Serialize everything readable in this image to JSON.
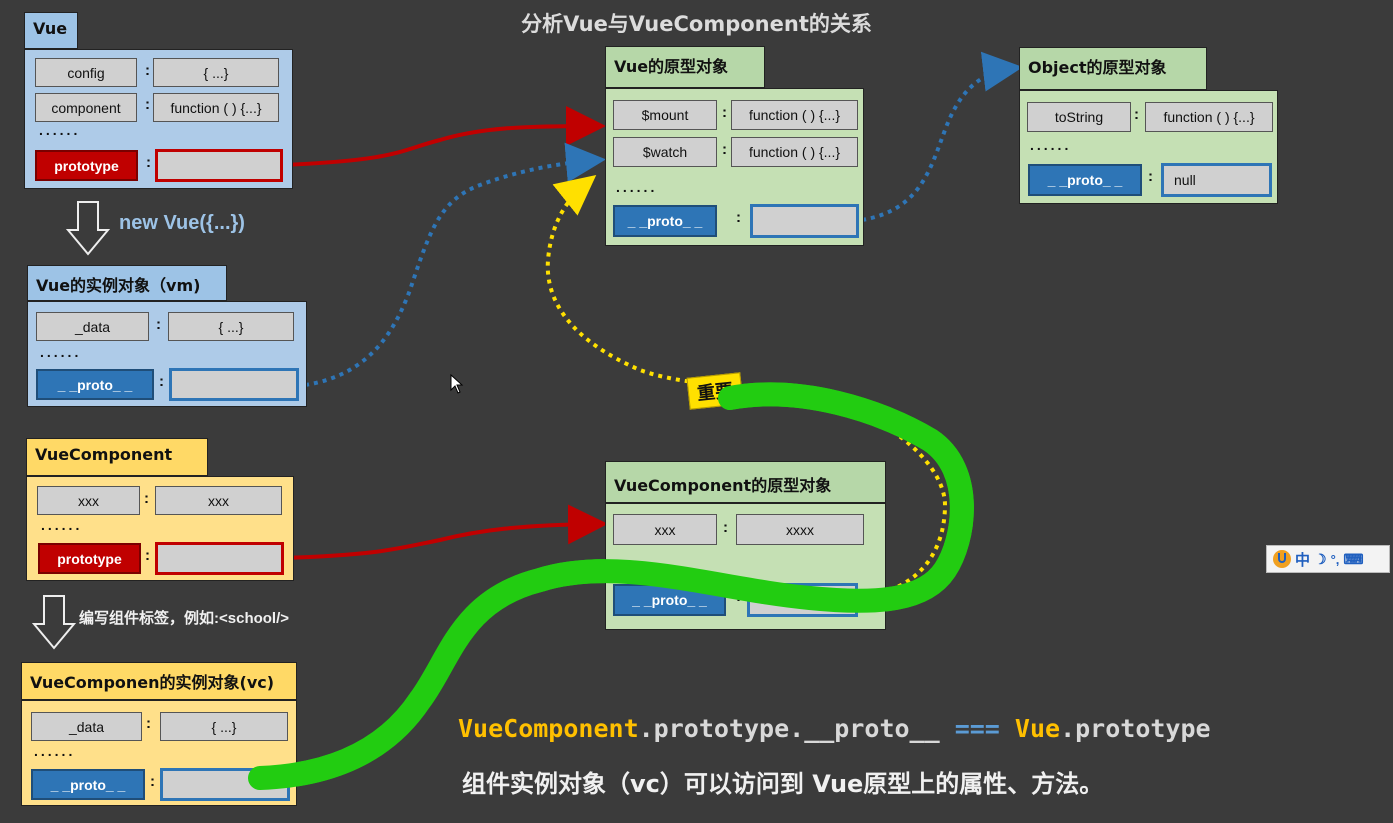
{
  "title": "分析Vue与VueComponent的关系",
  "vue": {
    "header": "Vue",
    "rows": [
      {
        "key": "config",
        "value": "{ ...}"
      },
      {
        "key": "component",
        "value": "function ( ) {...}"
      }
    ],
    "dots": "......",
    "prototype_label": "prototype"
  },
  "new_vue": "new Vue({...})",
  "vm": {
    "header": "Vue的实例对象（vm)",
    "rows": [
      {
        "key": "_data",
        "value": "{ ...}"
      }
    ],
    "dots": "......",
    "proto_label": "_ _proto_ _"
  },
  "vue_proto": {
    "header": "Vue的原型对象",
    "rows": [
      {
        "key": "$mount",
        "value": "function ( ) {...}"
      },
      {
        "key": "$watch",
        "value": "function ( ) {...}"
      }
    ],
    "dots": "......",
    "proto_label": "_ _proto_ _"
  },
  "object_proto": {
    "header": "Object的原型对象",
    "rows": [
      {
        "key": "toString",
        "value": "function ( ) {...}"
      }
    ],
    "dots": "......",
    "proto_label": "_ _proto_ _",
    "proto_value": "null"
  },
  "vc_ctor": {
    "header": "VueComponent",
    "rows": [
      {
        "key": "xxx",
        "value": "xxx"
      }
    ],
    "dots": "......",
    "prototype_label": "prototype"
  },
  "write_tag": "编写组件标签，例如:<school/>",
  "vc_proto": {
    "header": "VueComponent的原型对象",
    "rows": [
      {
        "key": "xxx",
        "value": "xxxx"
      }
    ],
    "proto_label": "_ _proto_ _"
  },
  "vc": {
    "header": "VueComponen的实例对象(vc)",
    "rows": [
      {
        "key": "_data",
        "value": "{ ...}"
      }
    ],
    "dots": "......",
    "proto_label": "_ _proto_ _"
  },
  "colon": ":",
  "important_label": "重要",
  "formula": {
    "part1": "VueComponent",
    "part2": ".prototype.__proto__",
    "part3": " === ",
    "part4": "Vue",
    "part5": ".prototype"
  },
  "conclusion": "组件实例对象（vc）可以访问到 Vue原型上的属性、方法。",
  "ime": {
    "label": "中"
  },
  "colors": {
    "red": "#c00000",
    "blue": "#2e75b6",
    "yellow": "#ffd966",
    "green": "#22cc11",
    "background": "#3b3b3b"
  }
}
